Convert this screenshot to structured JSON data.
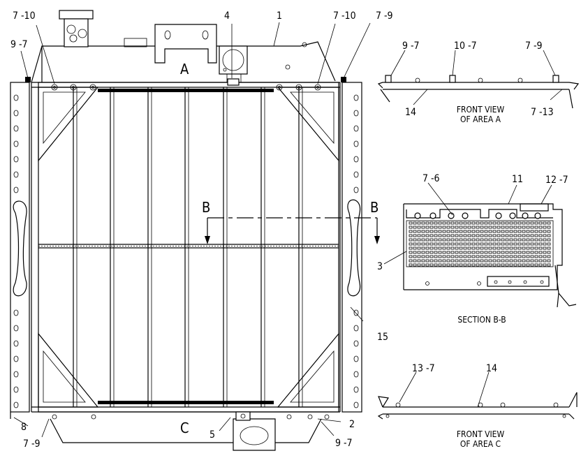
{
  "main_view": {
    "callouts": {
      "c_7_10_left": "7 -10",
      "c_9_7_top": "9 -7",
      "c_4": "4",
      "c_1": "1",
      "c_7_10_right": "7 -10",
      "c_7_9_top": "7 -9",
      "c_8": "8",
      "c_7_9_bottom": "7 -9",
      "c_5": "5",
      "c_2": "2",
      "c_9_7_bottom": "9 -7",
      "c_15": "15"
    },
    "area_a": "A",
    "area_c": "C",
    "section_left": "B",
    "section_right": "B"
  },
  "view_a": {
    "callouts": {
      "c_9_7": "9 -7",
      "c_10_7": "10 -7",
      "c_7_9": "7 -9",
      "c_14": "14",
      "c_7_13": "7 -13"
    },
    "caption_line1": "FRONT VIEW",
    "caption_line2": "OF AREA A"
  },
  "section_bb": {
    "callouts": {
      "c_7_6": "7 -6",
      "c_11": "11",
      "c_12_7": "12 -7",
      "c_3": "3"
    },
    "caption": "SECTION B-B"
  },
  "view_c": {
    "callouts": {
      "c_13_7": "13 -7",
      "c_14": "14"
    },
    "caption_line1": "FRONT VIEW",
    "caption_line2": "OF AREA C"
  }
}
